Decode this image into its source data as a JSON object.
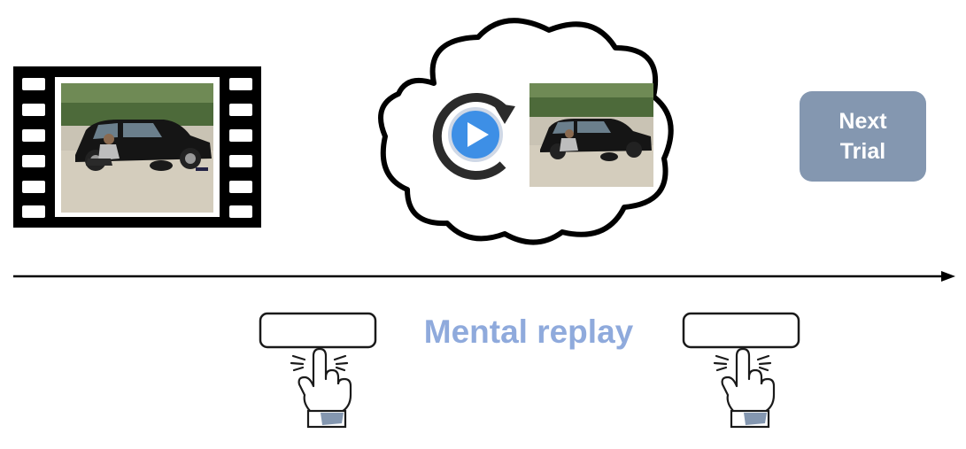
{
  "next_trial": {
    "line1": "Next",
    "line2": "Trial"
  },
  "replay_label": "Mental replay",
  "icons": {
    "film": "film-strip-icon",
    "cloud": "thought-cloud-icon",
    "replay": "replay-icon",
    "hand_press": "hand-press-button-icon"
  },
  "colors": {
    "next_trial_bg": "#8497b0",
    "label_color": "#8faadc",
    "play_blue": "#3d8fe6"
  }
}
